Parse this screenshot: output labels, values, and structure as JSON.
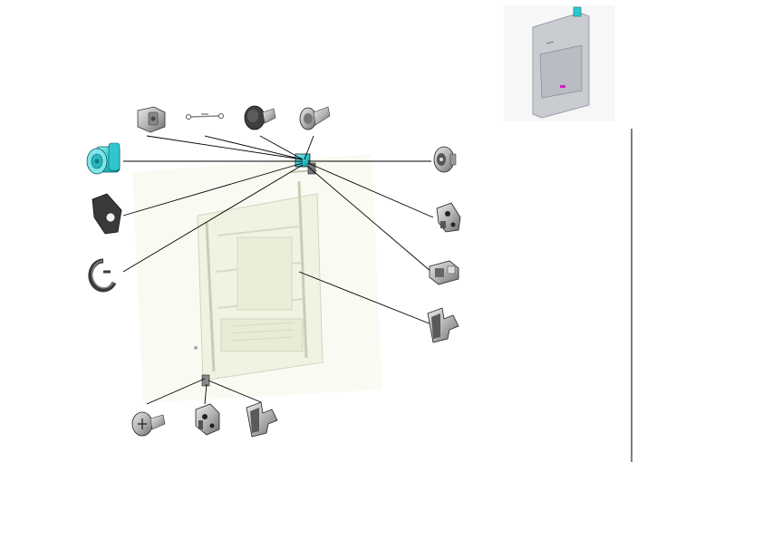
{
  "diagram": {
    "type": "exploded-parts-view",
    "subject": "door-assembly",
    "parts": [
      {
        "id": "screw-stepped-top",
        "icon": "stepped-screw-icon"
      },
      {
        "id": "wire-link-top",
        "icon": "wire-link-icon"
      },
      {
        "id": "screw-round-head-top",
        "icon": "round-head-screw-icon"
      },
      {
        "id": "screw-flange-top",
        "icon": "flange-screw-icon"
      },
      {
        "id": "cylinder-bushing",
        "icon": "cylinder-bushing-icon",
        "highlighted": true
      },
      {
        "id": "hinge-plate",
        "icon": "hinge-plate-icon"
      },
      {
        "id": "e-ring",
        "icon": "e-ring-icon"
      },
      {
        "id": "damper-right",
        "icon": "damper-icon"
      },
      {
        "id": "bracket-right",
        "icon": "bracket-icon"
      },
      {
        "id": "latch-block",
        "icon": "latch-block-icon"
      },
      {
        "id": "clip-right",
        "icon": "clip-icon"
      },
      {
        "id": "screw-bottom",
        "icon": "screw-icon"
      },
      {
        "id": "hinge-bottom",
        "icon": "bottom-hinge-icon"
      },
      {
        "id": "clip-bottom",
        "icon": "clip-icon"
      }
    ],
    "colors": {
      "highlight": "#2ec9cf",
      "door_panel": "#eef2dc",
      "part_grey": "#b8b8b8",
      "part_dark": "#444444",
      "leader_line": "#000000",
      "thumbnail_panel": "#c9ccd1",
      "thumbnail_accent": "#d020c0"
    }
  }
}
